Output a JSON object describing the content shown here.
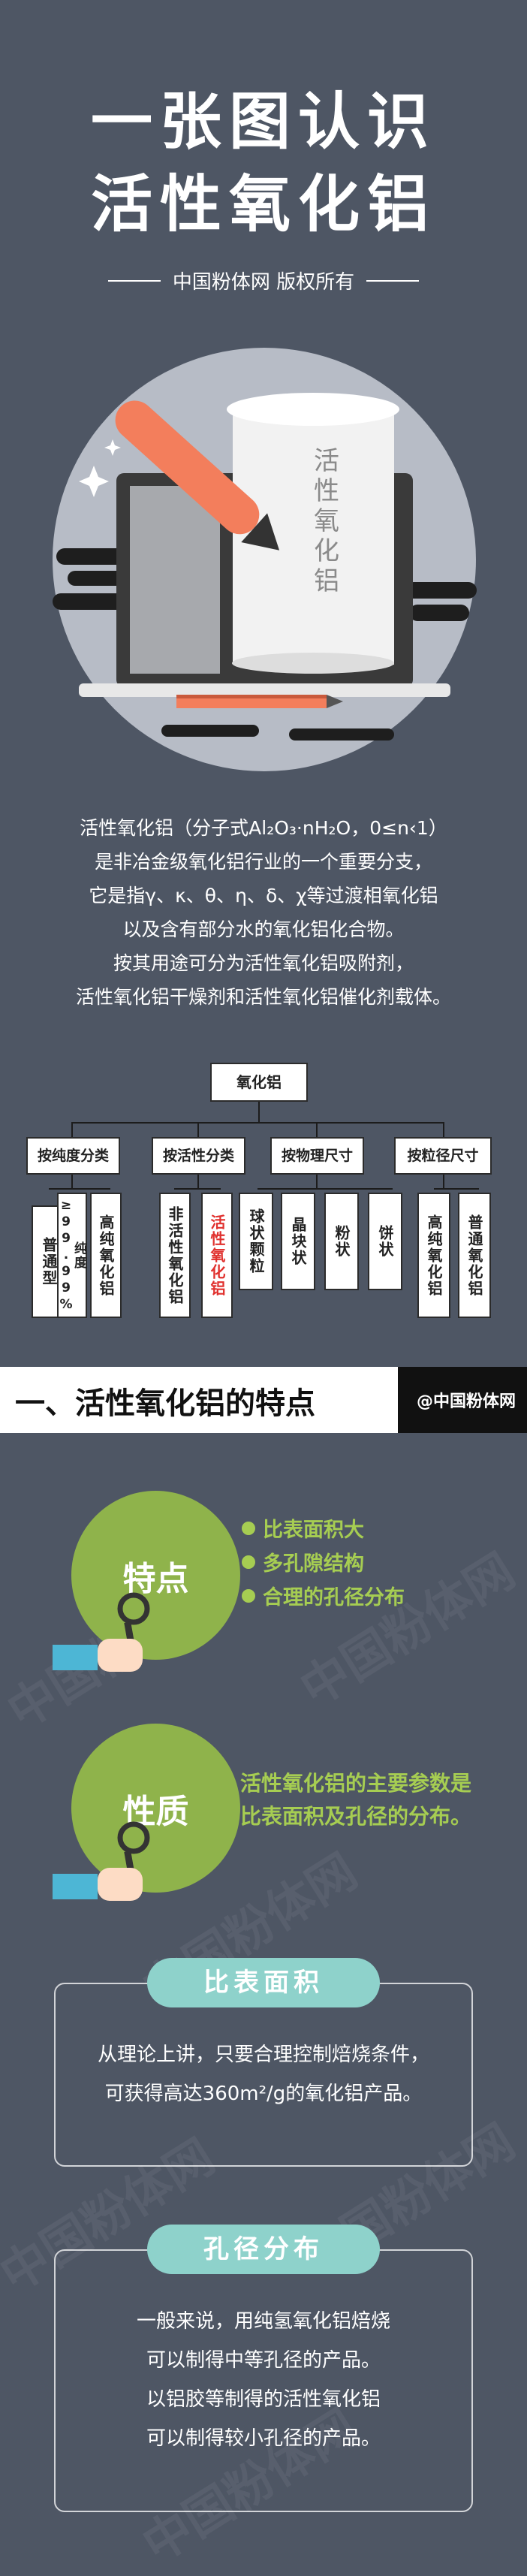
{
  "header": {
    "title_line1": "一张图认识",
    "title_line2": "活性氧化铝",
    "subtitle": "中国粉体网  版权所有"
  },
  "hero": {
    "scroll_text": "活性氧化铝",
    "colors": {
      "circle": "#b7bcc6",
      "pencil": "#f37e5c",
      "screen": "#3a3a3a"
    }
  },
  "intro": {
    "lines": [
      "活性氧化铝（分子式Al₂O₃·nH₂O，0≤n‹1）",
      "是非冶金级氧化铝行业的一个重要分支，",
      "它是指γ、κ、θ、η、δ、χ等过渡相氧化铝",
      "以及含有部分水的氧化铝化合物。",
      "按其用途可分为活性氧化铝吸附剂，",
      "活性氧化铝干燥剂和活性氧化铝催化剂载体。"
    ]
  },
  "tree": {
    "root": "氧化铝",
    "categories": [
      "按纯度分类",
      "按活性分类",
      "按物理尺寸",
      "按粒径尺寸"
    ],
    "leaves": {
      "purity": [
        "普通型",
        "纯度≥99.99%",
        "高纯氧化铝"
      ],
      "activity": [
        "非活性氧化铝",
        "活性氧化铝"
      ],
      "physical": [
        "球状颗粒",
        "晶块状",
        "粉状",
        "饼状"
      ],
      "particle": [
        "高纯氧化铝",
        "普通氧化铝"
      ]
    },
    "highlight_color": "#e0302d"
  },
  "section": {
    "title": "一、活性氧化铝的特点",
    "logo_text": "@中国粉体网"
  },
  "features": {
    "circle1": "特点",
    "bullets": [
      "比表面积大",
      "多孔隙结构",
      "合理的孔径分布"
    ],
    "circle2": "性质",
    "property_lines": [
      "活性氧化铝的主要参数是",
      "比表面积及孔径的分布。"
    ]
  },
  "surface": {
    "title": "比表面积",
    "lines": [
      "从理论上讲，只要合理控制焙烧条件，",
      "可获得高达360m²/g的氧化铝产品。"
    ]
  },
  "pore": {
    "title": "孔径分布",
    "lines": [
      "一般来说，用纯氢氧化铝焙烧",
      "可以制得中等孔径的产品。",
      "以铝胶等制得的活性氧化铝",
      "可以制得较小孔径的产品。"
    ]
  },
  "watermark": "中国粉体网"
}
